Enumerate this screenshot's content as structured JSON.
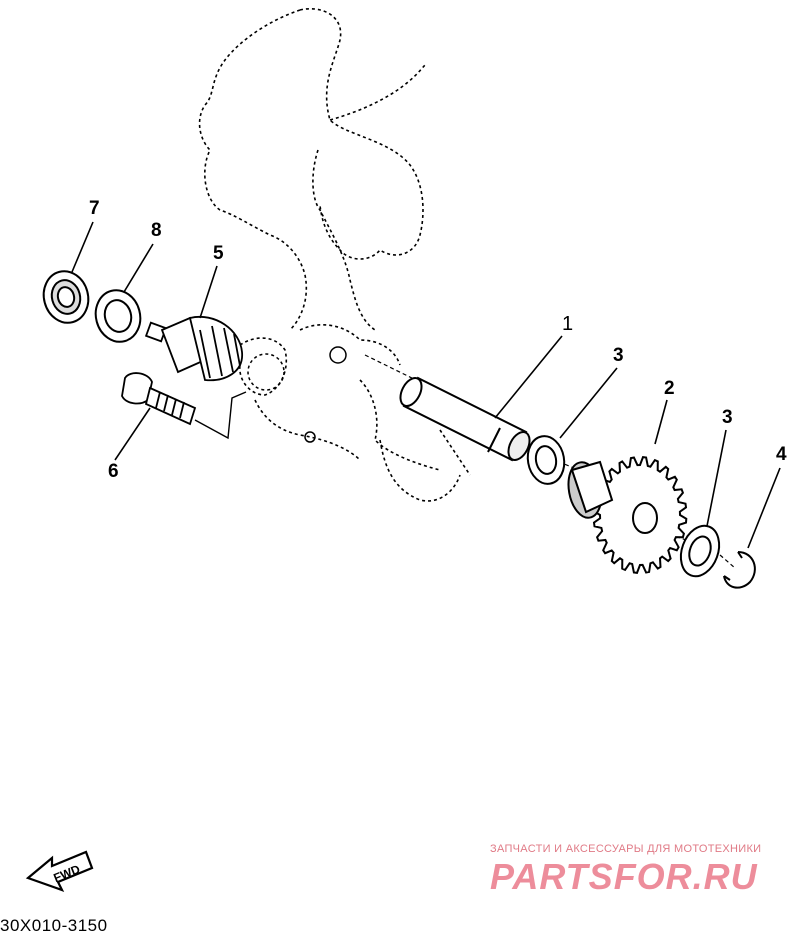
{
  "diagram": {
    "callouts": {
      "shaft": "1",
      "gear": "2",
      "washer": "3",
      "circlip": "4",
      "drive_gear": "5",
      "bolt": "6",
      "oil_seal": "7",
      "washer_plate": "8"
    },
    "fwd_label": "FWD",
    "code": "30X010-3150"
  },
  "watermark": {
    "tagline": "ЗАПЧАСТИ И АКСЕССУАРЫ ДЛЯ МОТОТЕХНИКИ",
    "logo": "PARTSFOR.RU"
  },
  "colors": {
    "line": "#000000",
    "watermark": "#e8677a"
  }
}
